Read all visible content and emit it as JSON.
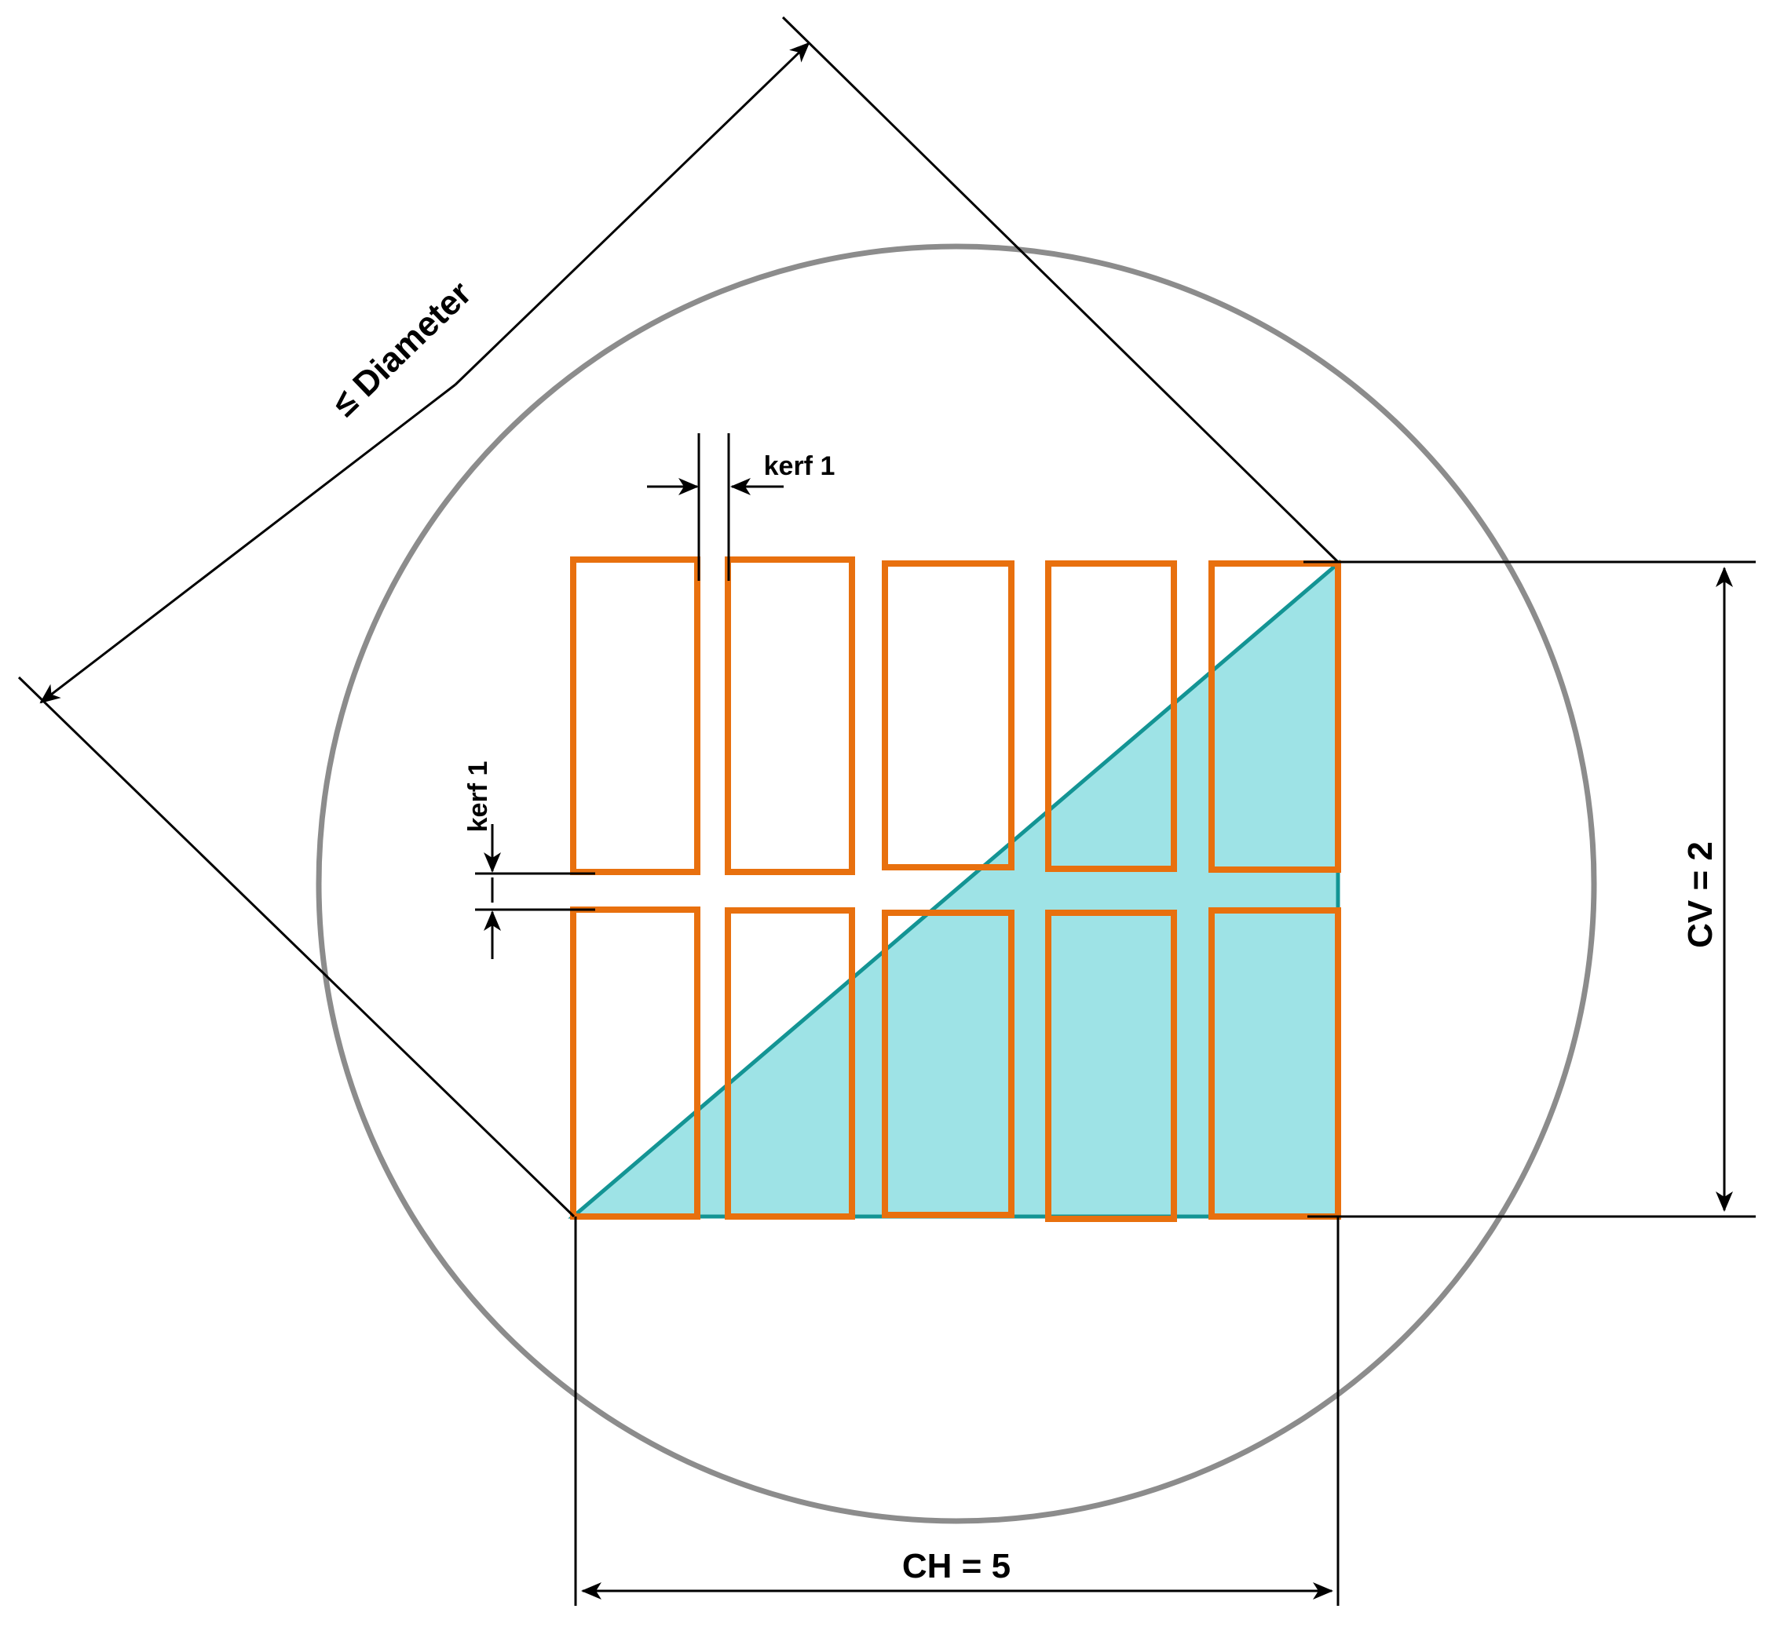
{
  "labels": {
    "diameter": "≤ Diameter",
    "kerf_horizontal": "kerf 1",
    "kerf_vertical": "kerf 1",
    "cv": "CV = 2",
    "ch": "CH = 5"
  },
  "grid": {
    "columns": 5,
    "rows": 2
  },
  "colors": {
    "circle": "#8c8c8c",
    "cell_outline": "#e8700e",
    "triangle_fill": "#9ee3e6",
    "triangle_edge": "#139494",
    "dimension_line": "#000000"
  }
}
